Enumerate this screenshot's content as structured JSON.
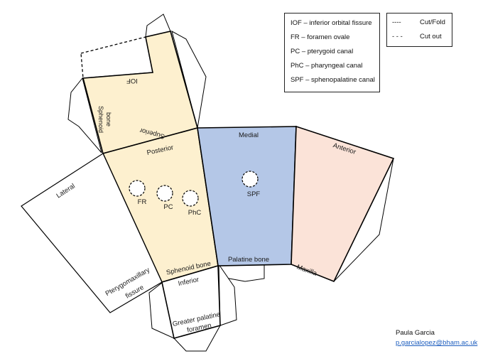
{
  "legend": {
    "items": [
      "IOF – inferior orbital fissure",
      "FR – foramen ovale",
      "PC – pterygoid canal",
      "PhC – pharyngeal canal",
      "SPF – sphenopalatine canal"
    ]
  },
  "line_key": {
    "cut_fold_symbol": "----",
    "cut_fold_label": "Cut/Fold",
    "cut_out_symbol": "- - -",
    "cut_out_label": "Cut out"
  },
  "faces": {
    "top": {
      "iof": "IOF",
      "sphenoid_bone_1": "Sphenoid",
      "sphenoid_bone_2": "bone",
      "superior": "Superior"
    },
    "sphenoid": {
      "posterior": "Posterior",
      "fr": "FR",
      "pc": "PC",
      "phc": "PhC",
      "sphenoid_bone": "Sphenoid bone"
    },
    "palatine": {
      "medial": "Medial",
      "spf": "SPF",
      "palatine_bone": "Palatine bone"
    },
    "maxilla": {
      "anterior": "Anterior",
      "maxilla": "Maxilla"
    },
    "lateral": {
      "lateral": "Lateral",
      "pterygo_1": "Pterygomaxillary",
      "pterygo_2": "fissure"
    },
    "bottom": {
      "inferior": "Inferior",
      "gpf_1": "Greater palatine",
      "gpf_2": "foramen"
    }
  },
  "colors": {
    "sphenoid": "#fdf0cf",
    "palatine": "#b4c7e7",
    "maxilla": "#fbe3d8",
    "outline": "#000000",
    "link": "#1f5fbf"
  },
  "author": {
    "name": "Paula Garcia",
    "email": "p.garcialopez@bham.ac.uk"
  }
}
